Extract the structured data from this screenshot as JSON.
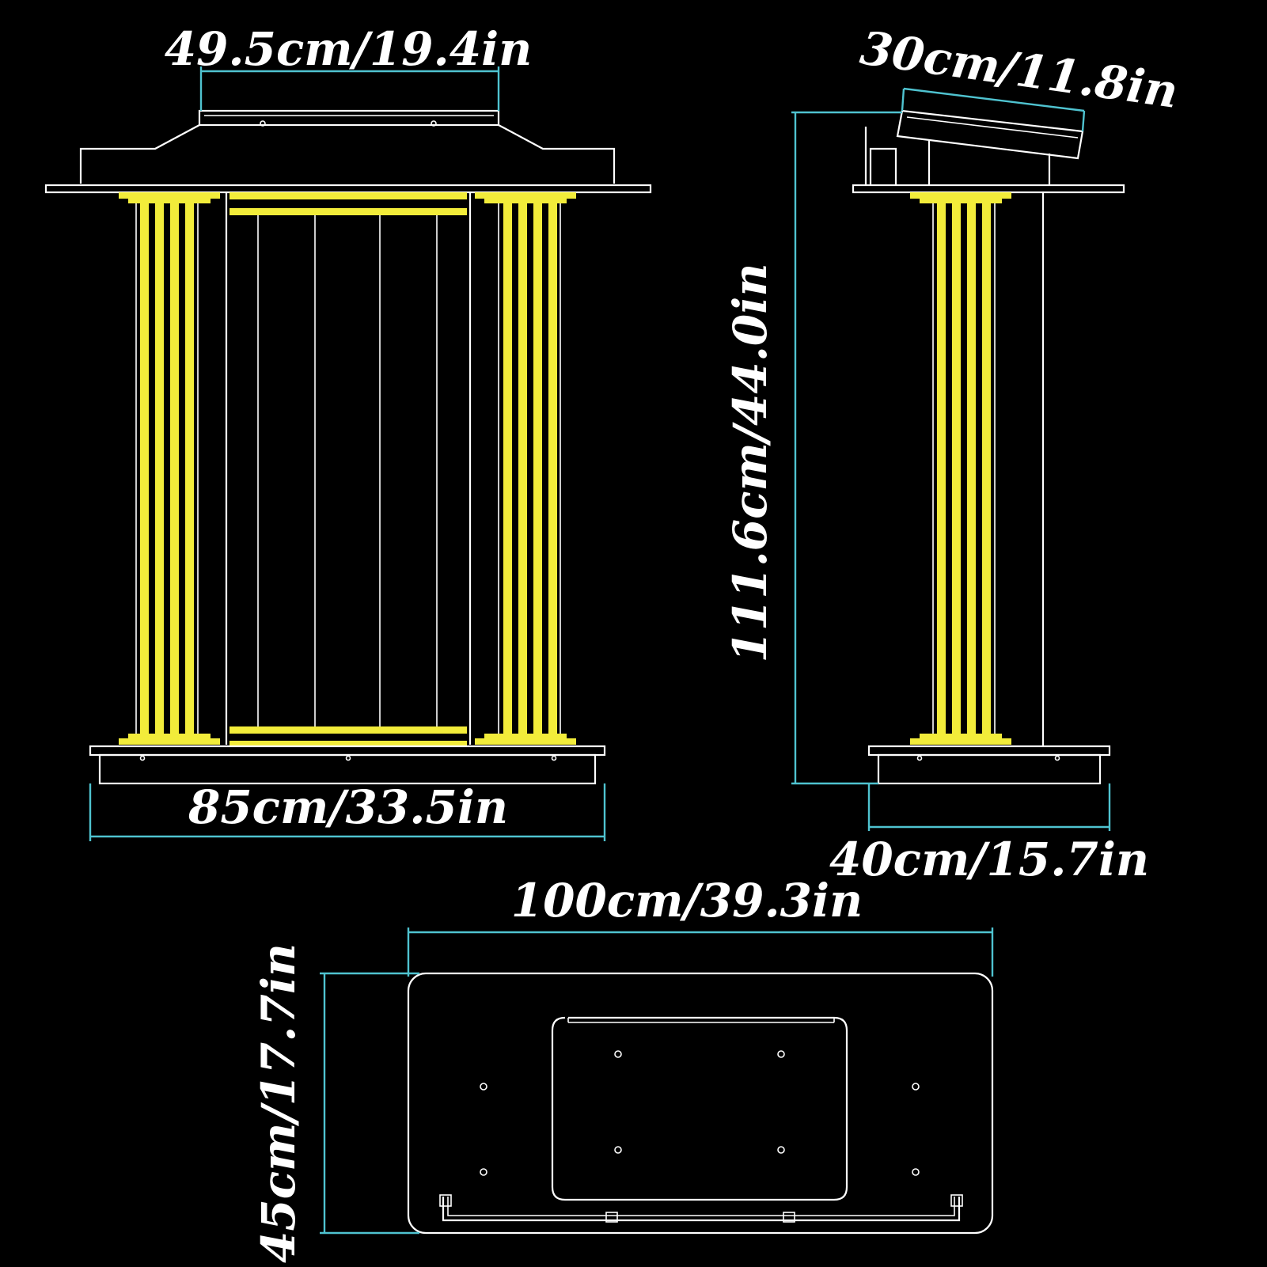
{
  "colors": {
    "background": "#000000",
    "outline": "#ffffff",
    "column": "#f2ec3a",
    "dimension_line": "#4fc3d0"
  },
  "dimensions": {
    "front_top_width": "49.5cm/19.4in",
    "front_base_width": "85cm/33.5in",
    "side_top_depth": "30cm/11.8in",
    "side_height": "111.6cm/44.0in",
    "side_base_depth": "40cm/15.7in",
    "plan_length": "100cm/39.3in",
    "plan_width": "45cm/17.7in"
  }
}
